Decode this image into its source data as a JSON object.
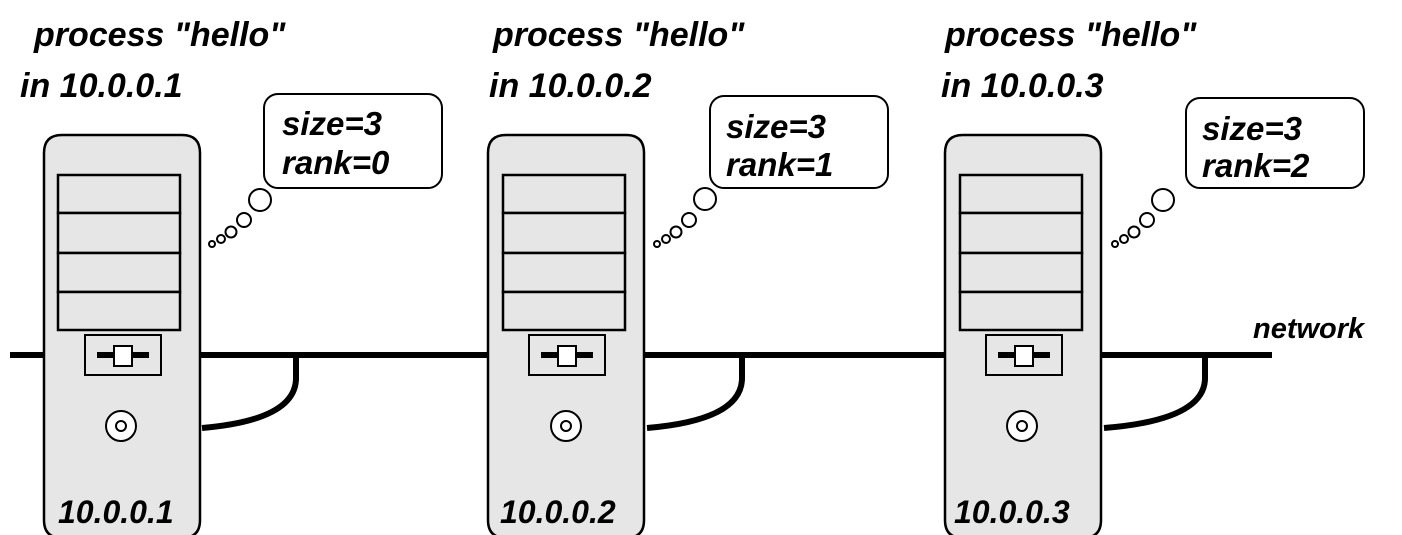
{
  "network_label": "network",
  "nodes": [
    {
      "title_line1": "process \"hello\"",
      "title_line2": "in 10.0.0.1",
      "size_text": "size=3",
      "rank_text": "rank=0",
      "ip_label": "10.0.0.1"
    },
    {
      "title_line1": "process \"hello\"",
      "title_line2": "in 10.0.0.2",
      "size_text": "size=3",
      "rank_text": "rank=1",
      "ip_label": "10.0.0.2"
    },
    {
      "title_line1": "process \"hello\"",
      "title_line2": "in 10.0.0.3",
      "size_text": "size=3",
      "rank_text": "rank=2",
      "ip_label": "10.0.0.3"
    }
  ],
  "colors": {
    "case_fill": "#e6e6e6",
    "stroke": "#000000",
    "background": "#ffffff"
  }
}
